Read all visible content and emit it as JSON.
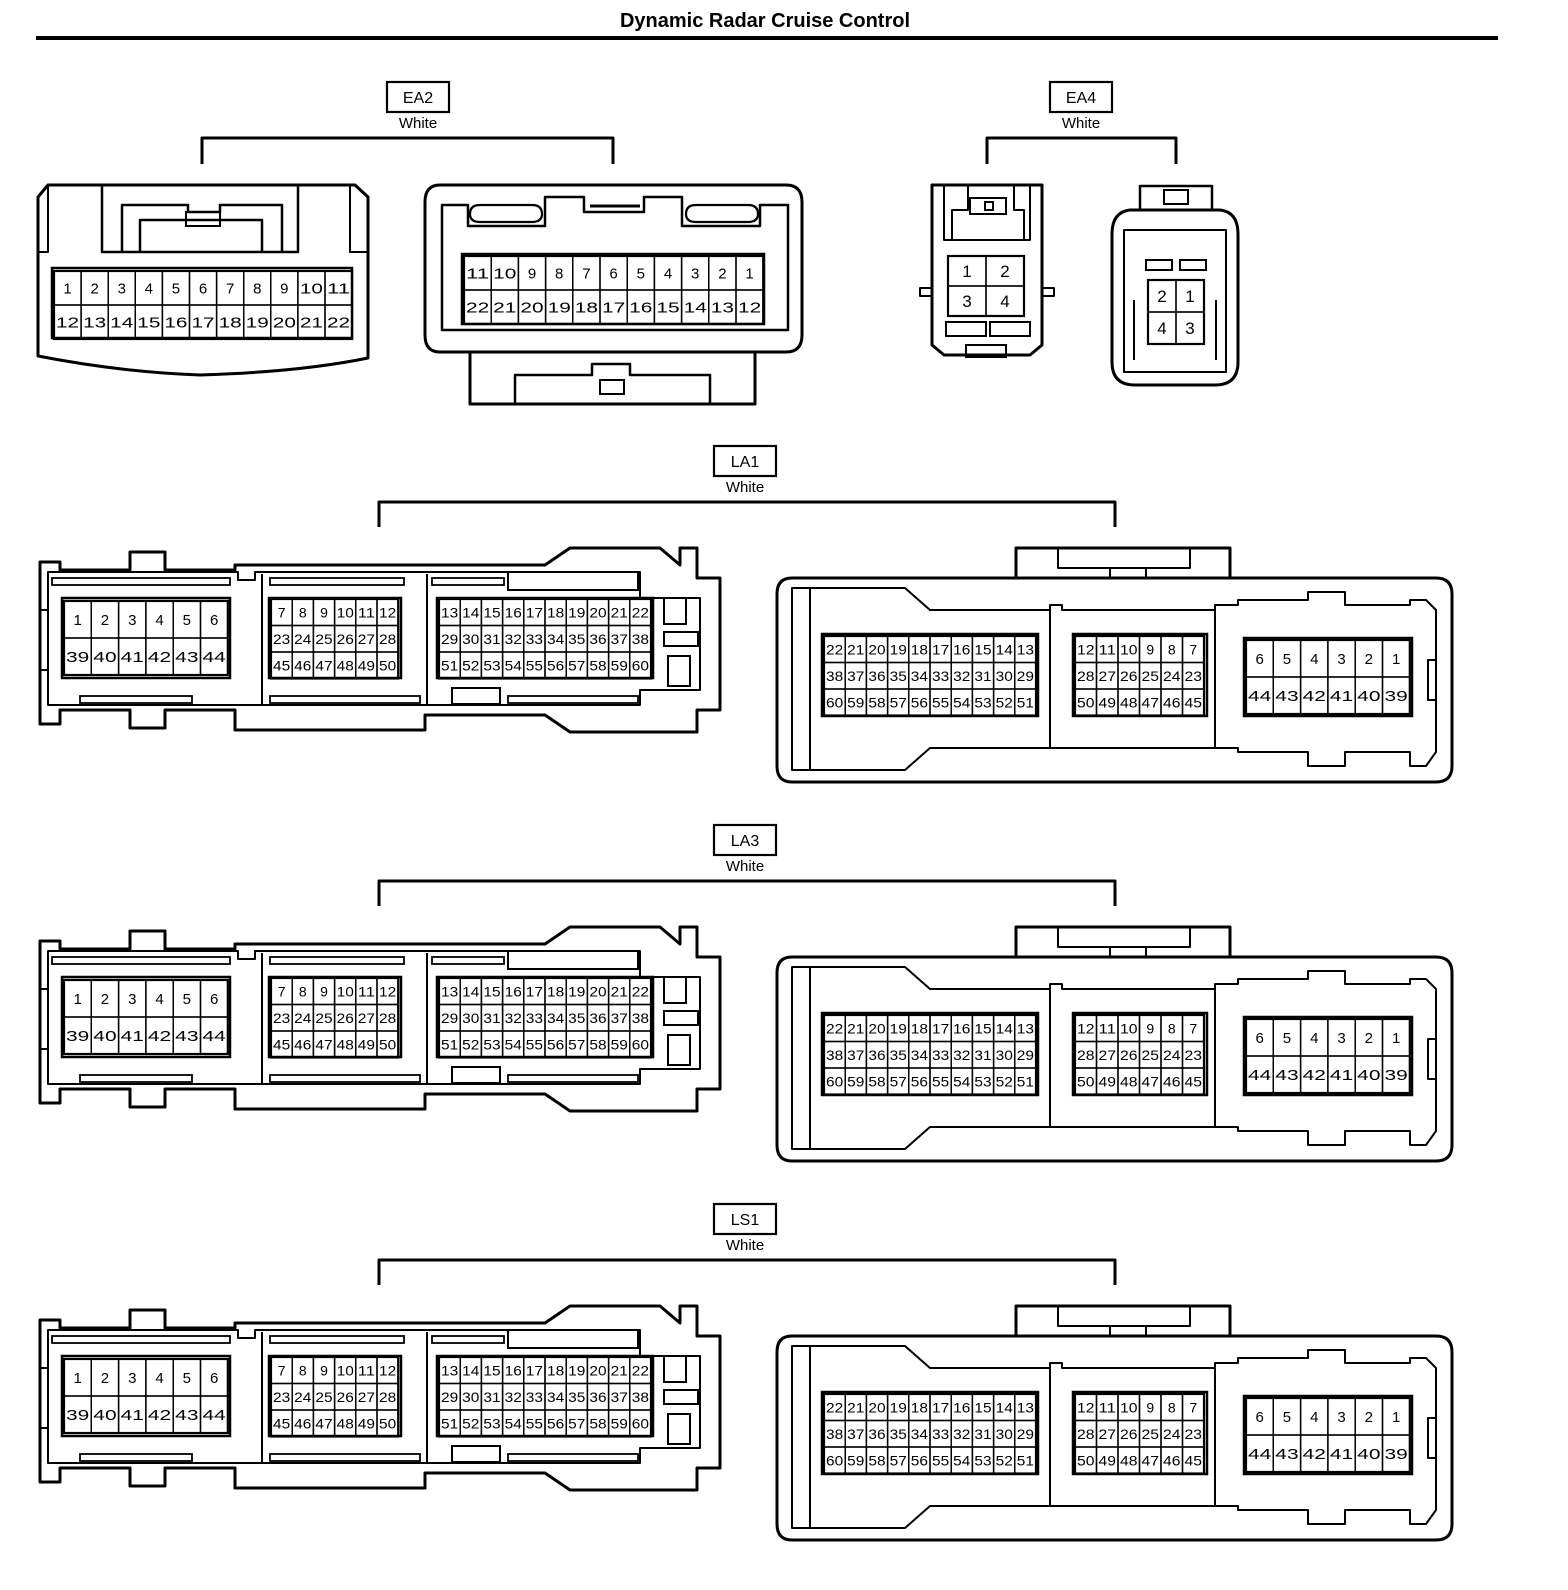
{
  "page": {
    "title": "Dynamic Radar Cruise Control"
  },
  "colors": {
    "line": "#000000",
    "background": "#ffffff"
  },
  "connectors": [
    {
      "id": "EA2",
      "color_label": "White",
      "views": [
        {
          "rows": [
            [
              "1",
              "2",
              "3",
              "4",
              "5",
              "6",
              "7",
              "8",
              "9",
              "10",
              "11"
            ],
            [
              "12",
              "13",
              "14",
              "15",
              "16",
              "17",
              "18",
              "19",
              "20",
              "21",
              "22"
            ]
          ]
        },
        {
          "rows": [
            [
              "11",
              "10",
              "9",
              "8",
              "7",
              "6",
              "5",
              "4",
              "3",
              "2",
              "1"
            ],
            [
              "22",
              "21",
              "20",
              "19",
              "18",
              "17",
              "16",
              "15",
              "14",
              "13",
              "12"
            ]
          ]
        }
      ]
    },
    {
      "id": "EA4",
      "color_label": "White",
      "views": [
        {
          "rows": [
            [
              "1",
              "2"
            ],
            [
              "3",
              "4"
            ]
          ]
        },
        {
          "rows": [
            [
              "2",
              "1"
            ],
            [
              "4",
              "3"
            ]
          ]
        }
      ]
    },
    {
      "id": "LA1",
      "color_label": "White",
      "views": [
        {
          "blocks": [
            {
              "rows": [
                [
                  "1",
                  "2",
                  "3",
                  "4",
                  "5",
                  "6"
                ],
                [
                  "39",
                  "40",
                  "41",
                  "42",
                  "43",
                  "44"
                ]
              ]
            },
            {
              "rows": [
                [
                  "7",
                  "8",
                  "9",
                  "10",
                  "11",
                  "12"
                ],
                [
                  "23",
                  "24",
                  "25",
                  "26",
                  "27",
                  "28"
                ],
                [
                  "45",
                  "46",
                  "47",
                  "48",
                  "49",
                  "50"
                ]
              ]
            },
            {
              "rows": [
                [
                  "13",
                  "14",
                  "15",
                  "16",
                  "17",
                  "18",
                  "19",
                  "20",
                  "21",
                  "22"
                ],
                [
                  "29",
                  "30",
                  "31",
                  "32",
                  "33",
                  "34",
                  "35",
                  "36",
                  "37",
                  "38"
                ],
                [
                  "51",
                  "52",
                  "53",
                  "54",
                  "55",
                  "56",
                  "57",
                  "58",
                  "59",
                  "60"
                ]
              ]
            }
          ]
        },
        {
          "blocks": [
            {
              "rows": [
                [
                  "22",
                  "21",
                  "20",
                  "19",
                  "18",
                  "17",
                  "16",
                  "15",
                  "14",
                  "13"
                ],
                [
                  "38",
                  "37",
                  "36",
                  "35",
                  "34",
                  "33",
                  "32",
                  "31",
                  "30",
                  "29"
                ],
                [
                  "60",
                  "59",
                  "58",
                  "57",
                  "56",
                  "55",
                  "54",
                  "53",
                  "52",
                  "51"
                ]
              ]
            },
            {
              "rows": [
                [
                  "12",
                  "11",
                  "10",
                  "9",
                  "8",
                  "7"
                ],
                [
                  "28",
                  "27",
                  "26",
                  "25",
                  "24",
                  "23"
                ],
                [
                  "50",
                  "49",
                  "48",
                  "47",
                  "46",
                  "45"
                ]
              ]
            },
            {
              "rows": [
                [
                  "6",
                  "5",
                  "4",
                  "3",
                  "2",
                  "1"
                ],
                [
                  "44",
                  "43",
                  "42",
                  "41",
                  "40",
                  "39"
                ]
              ]
            }
          ]
        }
      ]
    },
    {
      "id": "LA3",
      "color_label": "White",
      "views": [
        {
          "blocks": [
            {
              "rows": [
                [
                  "1",
                  "2",
                  "3",
                  "4",
                  "5",
                  "6"
                ],
                [
                  "39",
                  "40",
                  "41",
                  "42",
                  "43",
                  "44"
                ]
              ]
            },
            {
              "rows": [
                [
                  "7",
                  "8",
                  "9",
                  "10",
                  "11",
                  "12"
                ],
                [
                  "23",
                  "24",
                  "25",
                  "26",
                  "27",
                  "28"
                ],
                [
                  "45",
                  "46",
                  "47",
                  "48",
                  "49",
                  "50"
                ]
              ]
            },
            {
              "rows": [
                [
                  "13",
                  "14",
                  "15",
                  "16",
                  "17",
                  "18",
                  "19",
                  "20",
                  "21",
                  "22"
                ],
                [
                  "29",
                  "30",
                  "31",
                  "32",
                  "33",
                  "34",
                  "35",
                  "36",
                  "37",
                  "38"
                ],
                [
                  "51",
                  "52",
                  "53",
                  "54",
                  "55",
                  "56",
                  "57",
                  "58",
                  "59",
                  "60"
                ]
              ]
            }
          ]
        },
        {
          "blocks": [
            {
              "rows": [
                [
                  "22",
                  "21",
                  "20",
                  "19",
                  "18",
                  "17",
                  "16",
                  "15",
                  "14",
                  "13"
                ],
                [
                  "38",
                  "37",
                  "36",
                  "35",
                  "34",
                  "33",
                  "32",
                  "31",
                  "30",
                  "29"
                ],
                [
                  "60",
                  "59",
                  "58",
                  "57",
                  "56",
                  "55",
                  "54",
                  "53",
                  "52",
                  "51"
                ]
              ]
            },
            {
              "rows": [
                [
                  "12",
                  "11",
                  "10",
                  "9",
                  "8",
                  "7"
                ],
                [
                  "28",
                  "27",
                  "26",
                  "25",
                  "24",
                  "23"
                ],
                [
                  "50",
                  "49",
                  "48",
                  "47",
                  "46",
                  "45"
                ]
              ]
            },
            {
              "rows": [
                [
                  "6",
                  "5",
                  "4",
                  "3",
                  "2",
                  "1"
                ],
                [
                  "44",
                  "43",
                  "42",
                  "41",
                  "40",
                  "39"
                ]
              ]
            }
          ]
        }
      ]
    },
    {
      "id": "LS1",
      "color_label": "White",
      "views": [
        {
          "blocks": [
            {
              "rows": [
                [
                  "1",
                  "2",
                  "3",
                  "4",
                  "5",
                  "6"
                ],
                [
                  "39",
                  "40",
                  "41",
                  "42",
                  "43",
                  "44"
                ]
              ]
            },
            {
              "rows": [
                [
                  "7",
                  "8",
                  "9",
                  "10",
                  "11",
                  "12"
                ],
                [
                  "23",
                  "24",
                  "25",
                  "26",
                  "27",
                  "28"
                ],
                [
                  "45",
                  "46",
                  "47",
                  "48",
                  "49",
                  "50"
                ]
              ]
            },
            {
              "rows": [
                [
                  "13",
                  "14",
                  "15",
                  "16",
                  "17",
                  "18",
                  "19",
                  "20",
                  "21",
                  "22"
                ],
                [
                  "29",
                  "30",
                  "31",
                  "32",
                  "33",
                  "34",
                  "35",
                  "36",
                  "37",
                  "38"
                ],
                [
                  "51",
                  "52",
                  "53",
                  "54",
                  "55",
                  "56",
                  "57",
                  "58",
                  "59",
                  "60"
                ]
              ]
            }
          ]
        },
        {
          "blocks": [
            {
              "rows": [
                [
                  "22",
                  "21",
                  "20",
                  "19",
                  "18",
                  "17",
                  "16",
                  "15",
                  "14",
                  "13"
                ],
                [
                  "38",
                  "37",
                  "36",
                  "35",
                  "34",
                  "33",
                  "32",
                  "31",
                  "30",
                  "29"
                ],
                [
                  "60",
                  "59",
                  "58",
                  "57",
                  "56",
                  "55",
                  "54",
                  "53",
                  "52",
                  "51"
                ]
              ]
            },
            {
              "rows": [
                [
                  "12",
                  "11",
                  "10",
                  "9",
                  "8",
                  "7"
                ],
                [
                  "28",
                  "27",
                  "26",
                  "25",
                  "24",
                  "23"
                ],
                [
                  "50",
                  "49",
                  "48",
                  "47",
                  "46",
                  "45"
                ]
              ]
            },
            {
              "rows": [
                [
                  "6",
                  "5",
                  "4",
                  "3",
                  "2",
                  "1"
                ],
                [
                  "44",
                  "43",
                  "42",
                  "41",
                  "40",
                  "39"
                ]
              ]
            }
          ]
        }
      ]
    }
  ]
}
